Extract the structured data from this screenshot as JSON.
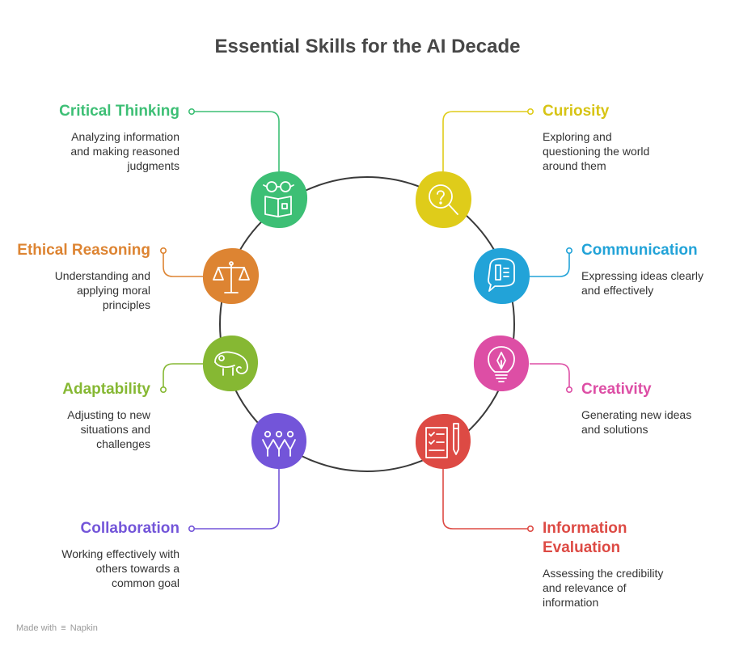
{
  "title": "Essential Skills for the AI Decade",
  "skills": [
    {
      "id": "critical-thinking",
      "name": "Critical Thinking",
      "desc_lines": [
        "Analyzing information",
        "and making reasoned",
        "judgments"
      ],
      "color": "#3dbf75",
      "icon": "reading-glasses-book-icon"
    },
    {
      "id": "curiosity",
      "name": "Curiosity",
      "desc_lines": [
        "Exploring and",
        "questioning the world",
        "around them"
      ],
      "color": "#dfcc1a",
      "icon": "question-head-magnifier-icon"
    },
    {
      "id": "ethical-reasoning",
      "name": "Ethical Reasoning",
      "desc_lines": [
        "Understanding and",
        "applying moral",
        "principles"
      ],
      "color": "#dd8432",
      "icon": "balance-scale-icon"
    },
    {
      "id": "communication",
      "name": "Communication",
      "desc_lines": [
        "Expressing ideas clearly",
        "and effectively"
      ],
      "color": "#22a3d8",
      "icon": "speech-bubble-icon"
    },
    {
      "id": "adaptability",
      "name": "Adaptability",
      "desc_lines": [
        "Adjusting to new",
        "situations and",
        "challenges"
      ],
      "color": "#86b833",
      "icon": "chameleon-icon"
    },
    {
      "id": "creativity",
      "name": "Creativity",
      "desc_lines": [
        "Generating new ideas",
        "and solutions"
      ],
      "color": "#dd4ea5",
      "icon": "lightbulb-pen-icon"
    },
    {
      "id": "collaboration",
      "name": "Collaboration",
      "desc_lines": [
        "Working effectively with",
        "others towards a",
        "common goal"
      ],
      "color": "#7355d9",
      "icon": "people-group-icon"
    },
    {
      "id": "information-evaluation",
      "name_lines": [
        "Information",
        "Evaluation"
      ],
      "desc_lines": [
        "Assessing the credibility",
        "and relevance of",
        "information"
      ],
      "color": "#dd4a44",
      "icon": "checklist-pen-icon"
    }
  ],
  "ring_color": "#3a3a3a",
  "footer": {
    "prefix": "Made with",
    "brand": "Napkin"
  }
}
